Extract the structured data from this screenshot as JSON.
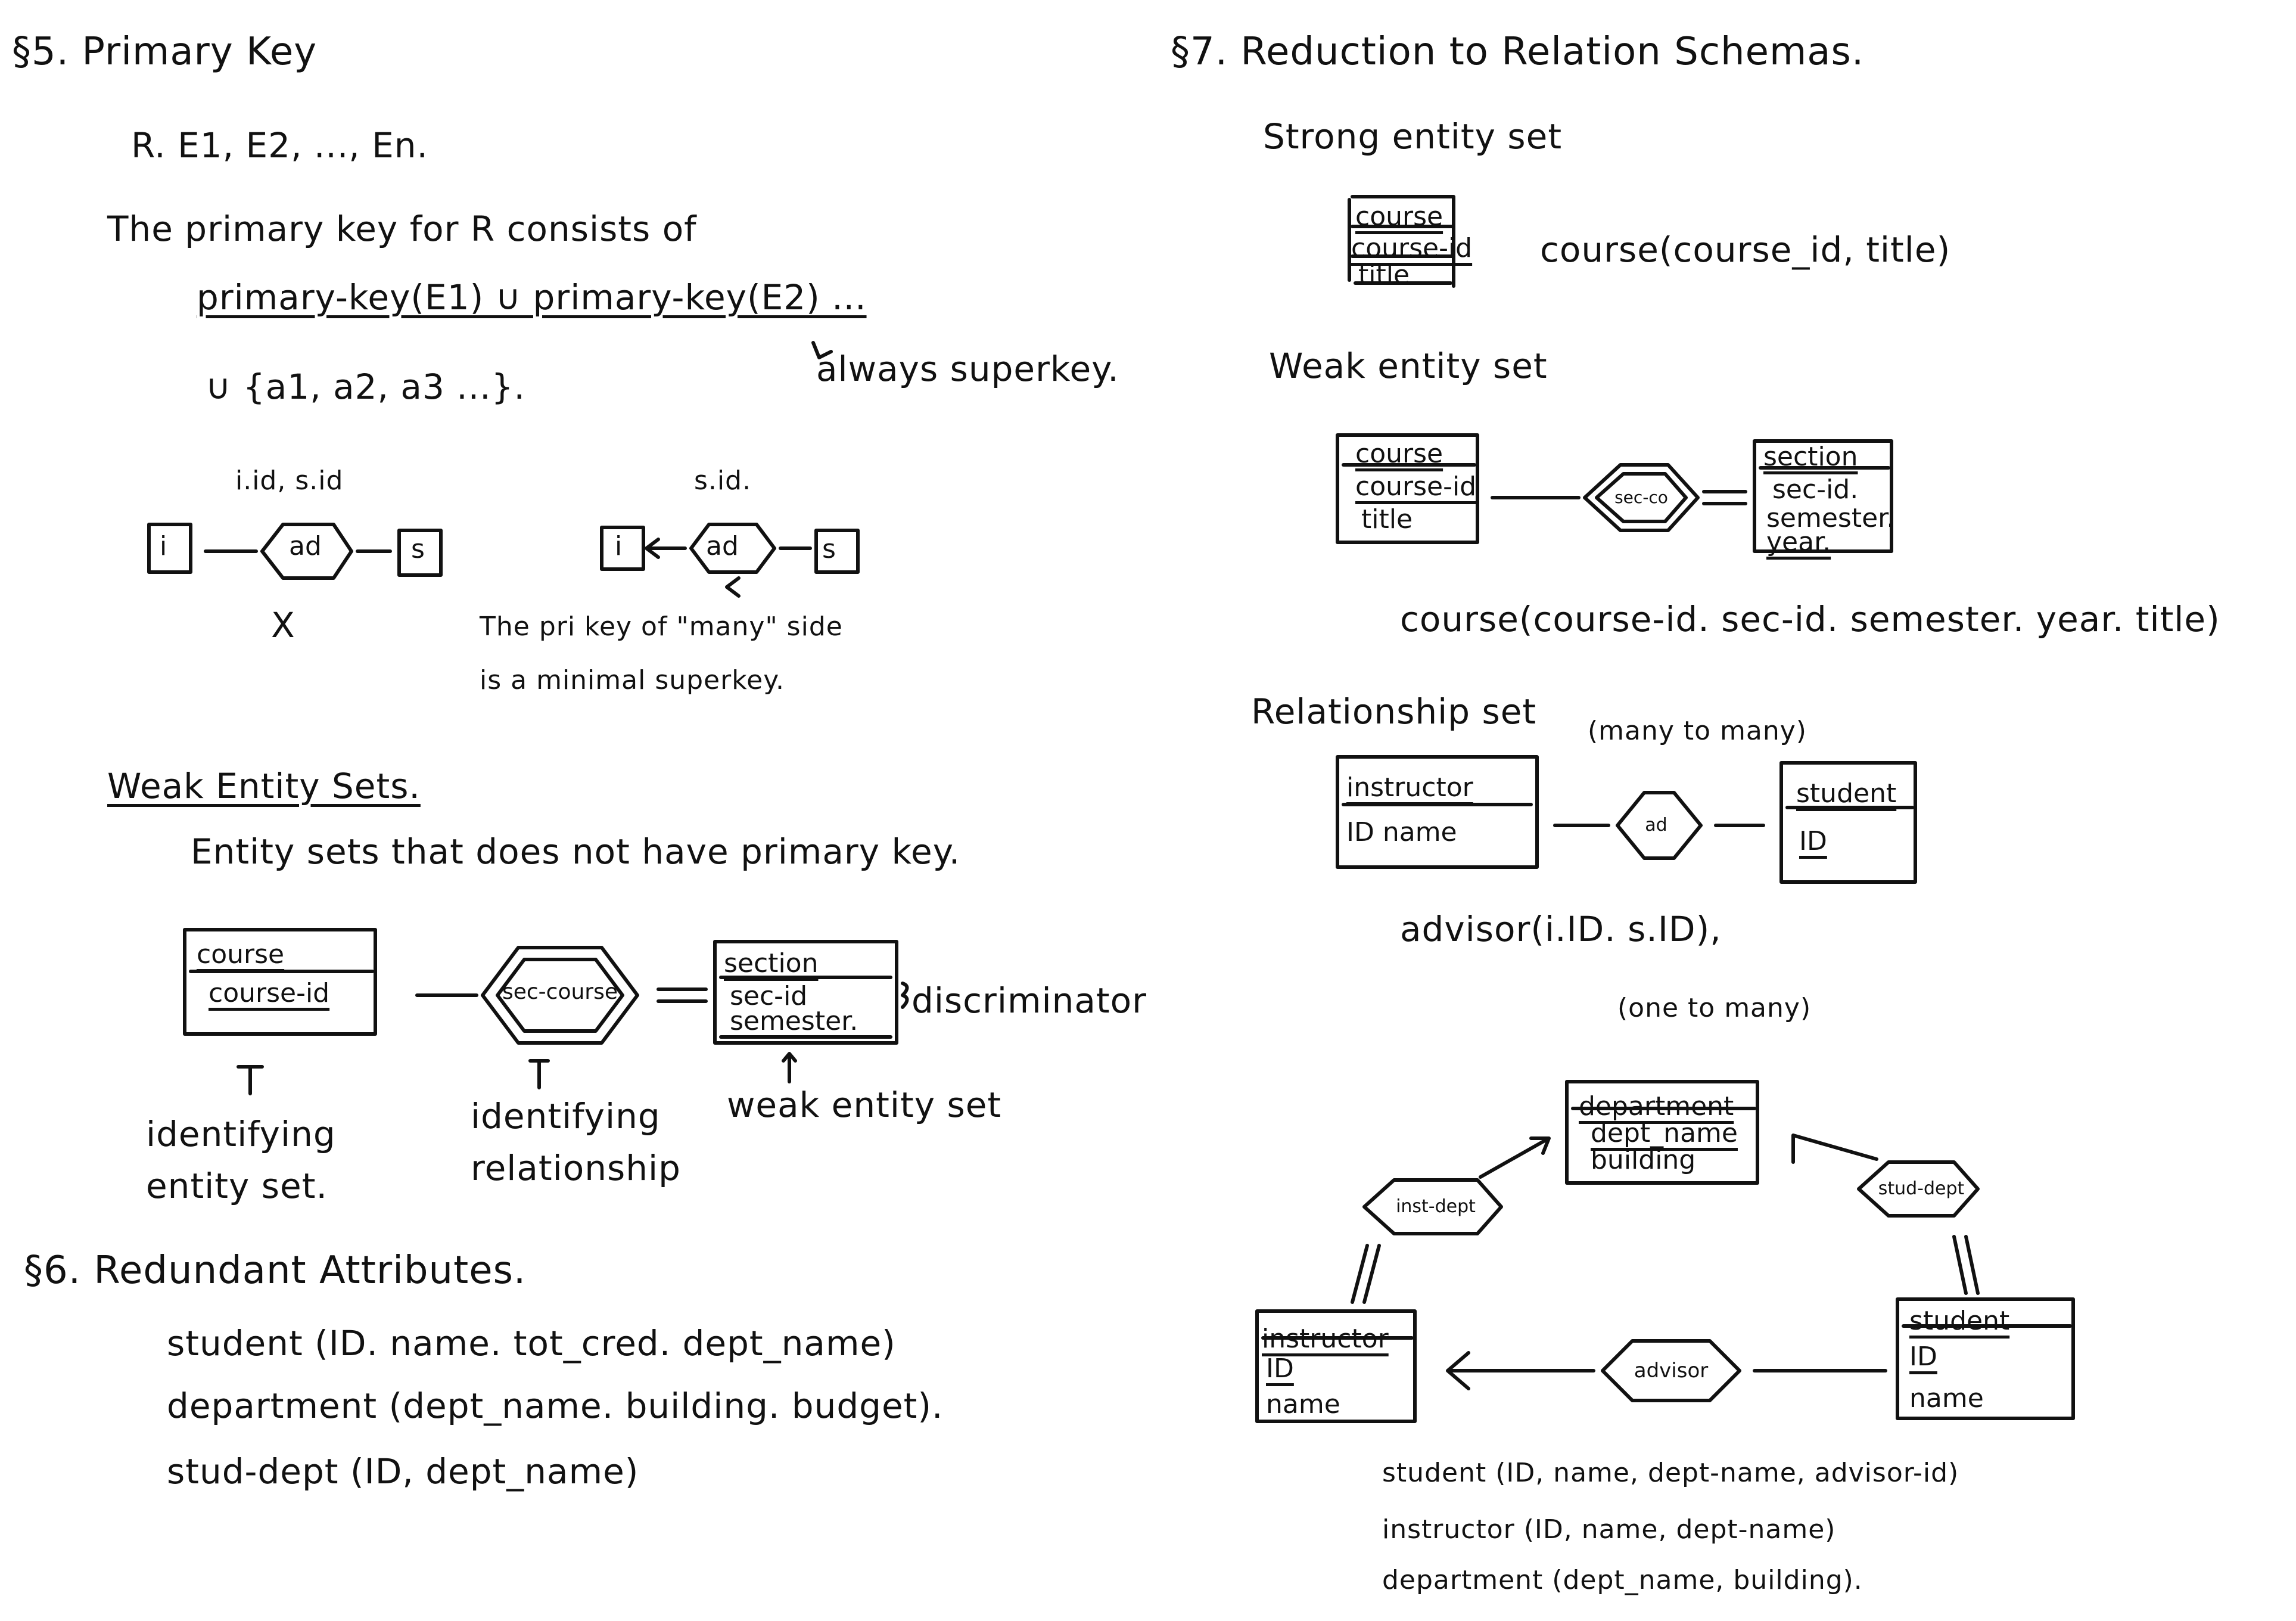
{
  "section5": {
    "heading": "§5. Primary Key",
    "line_r": "R.  E1, E2, ..., En.",
    "line_pk": "The primary key for R consists of",
    "formula1": "primary-key(E1) ∪ primary-key(E2) ...",
    "formula2": "∪ {a1, a2, a3 ...}.",
    "note_superkey": "always superkey.",
    "example1": {
      "keys": "i.id, s.id",
      "left": "i",
      "rel": "ad",
      "right": "s",
      "mark": "X"
    },
    "example2": {
      "keys": "s.id.",
      "left": "i",
      "rel": "ad",
      "right": "s",
      "note_line1": "The pri key of \"many\" side",
      "note_line2": "is a minimal superkey."
    },
    "weak_heading": "Weak Entity Sets.",
    "weak_def": "Entity sets that does not have primary key.",
    "weak_diagram": {
      "owner_entity": "course",
      "owner_attrs": [
        "course-id"
      ],
      "relationship": "sec-course",
      "weak_entity": "section",
      "weak_attrs": [
        "sec-id",
        "semester."
      ],
      "brace_label": "discriminator",
      "labels": [
        "identifying entity set.",
        "identifying relationship",
        "weak entity set"
      ]
    }
  },
  "section6": {
    "heading": "§6. Redundant Attributes.",
    "lines": [
      "student (ID. name. tot_cred. dept_name)",
      "department (dept_name. building. budget).",
      "stud-dept (ID, dept_name)"
    ]
  },
  "section7": {
    "heading": "§7. Reduction to Relation Schemas.",
    "strong": {
      "label": "Strong entity set",
      "entity": "course",
      "attrs": [
        "course-id",
        "title"
      ],
      "schema": "course(course_id, title)"
    },
    "weak": {
      "label": "Weak entity set",
      "owner": "course",
      "owner_attrs": [
        "course-id",
        "title"
      ],
      "relationship": "sec-co",
      "weak_entity": "section",
      "weak_attrs": [
        "sec-id.",
        "semester.",
        "year."
      ],
      "schema": "course(course-id. sec-id. semester. year. title)"
    },
    "relationship": {
      "label": "Relationship set",
      "m2m_note": "(many to many)",
      "left": "instructor",
      "left_attrs": [
        "ID  name"
      ],
      "rel": "ad",
      "right": "student",
      "right_attrs": [
        "ID"
      ],
      "schema": "advisor(i.ID. s.ID),",
      "o2m_note": "(one to many)"
    },
    "triangle": {
      "department": "department",
      "department_attrs": [
        "dept_name",
        "building"
      ],
      "instructor": "instructor",
      "instructor_attrs": [
        "ID",
        "name"
      ],
      "student": "student",
      "student_attrs": [
        "ID",
        "name"
      ],
      "rel_inst_dept": "inst-dept",
      "rel_stud_dept": "stud-dept",
      "rel_advisor": "advisor"
    },
    "final_schemas": [
      "student (ID, name, dept-name, advisor-id)",
      "instructor (ID, name, dept-name)",
      "department (dept_name, building)."
    ]
  }
}
